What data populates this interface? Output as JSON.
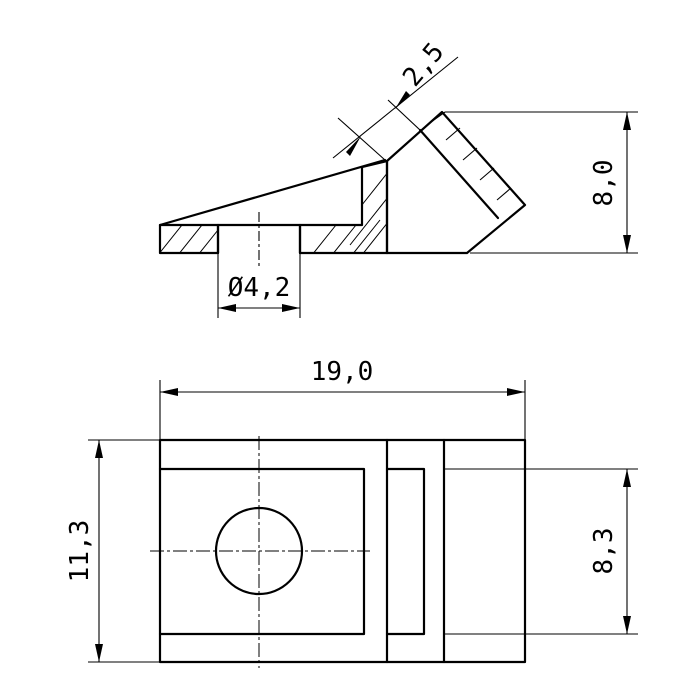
{
  "dimensions": {
    "wall_thickness": "2,5",
    "height": "8,0",
    "hole_diameter": "Ø4,2",
    "overall_length": "19,0",
    "overall_width": "11,3",
    "inner_width": "8,3"
  }
}
